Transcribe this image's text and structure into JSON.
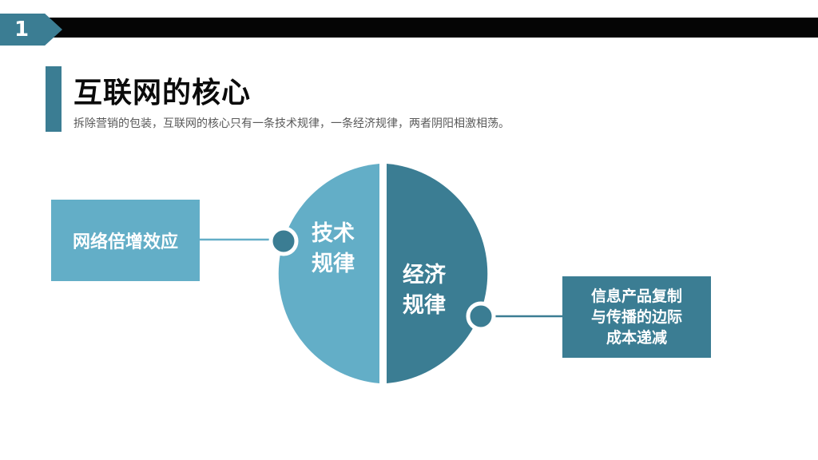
{
  "slide": {
    "number": "1",
    "title": "互联网的核心",
    "subtitle": "拆除营销的包装，互联网的核心只有一条技术规律，一条经济规律，两者阴阳相激相荡。"
  },
  "diagram": {
    "left_half_label": "技术\n规律",
    "right_half_label": "经济\n规律",
    "left_box_text": "网络倍增效应",
    "right_box_text": "信息产品复制\n与传播的边际\n成本递减"
  },
  "colors": {
    "accent_dark": "#3b7d93",
    "accent_light": "#63aec7",
    "bar_black": "#050505"
  }
}
